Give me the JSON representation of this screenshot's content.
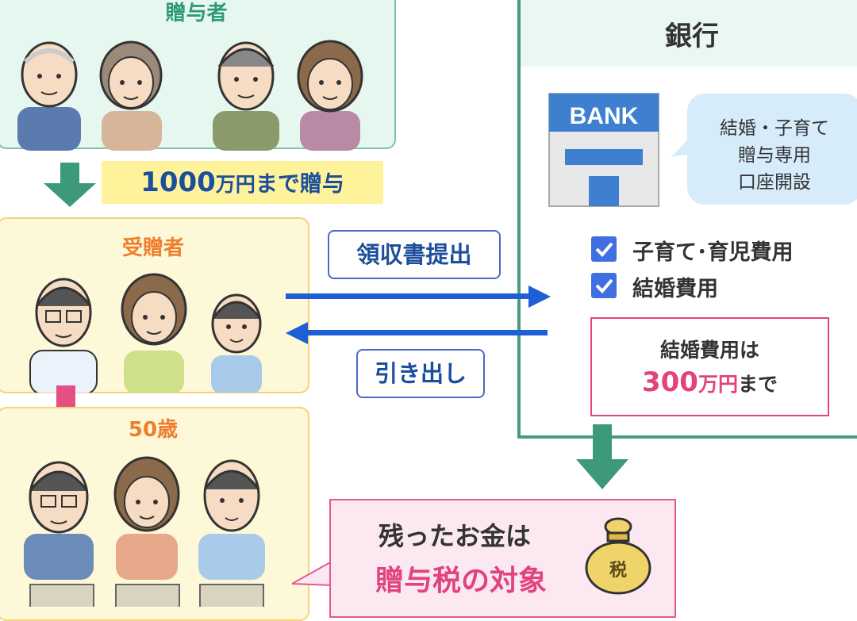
{
  "donor": {
    "title": "贈与者"
  },
  "gift": {
    "amount": "1000",
    "unit": "万円",
    "rest": "まで贈与"
  },
  "recipient": {
    "title": "受贈者"
  },
  "age": {
    "title": "50歳"
  },
  "bank": {
    "title": "銀行",
    "sign": "BANK",
    "account_bubble": [
      "結婚・子育て",
      "贈与専用",
      "口座開設"
    ],
    "checklist": [
      "子育て･育児費用",
      "結婚費用"
    ],
    "limit": {
      "line1": "結婚費用は",
      "amount": "300",
      "unit": "万円",
      "tail": "まで"
    }
  },
  "flows": {
    "receipt": "領収書提出",
    "withdraw": "引き出し"
  },
  "tax": {
    "line1": "残ったお金は",
    "line2": "贈与税の対象",
    "bag_label": "税"
  },
  "colors": {
    "green": "#4a9a80",
    "orange": "#ef7d2b",
    "pink": "#e2437c",
    "blue": "#1b4f9c",
    "arrow_blue": "#1e5fd6"
  }
}
